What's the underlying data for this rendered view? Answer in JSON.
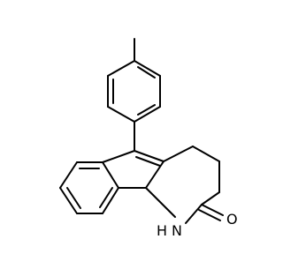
{
  "molecule": {
    "atom_labels": {
      "nh": "N",
      "nh_h": "H",
      "carbonyl_o": "O"
    }
  },
  "colors": {
    "background": "#ffffff",
    "bond": "#000000",
    "text": "#000000"
  }
}
